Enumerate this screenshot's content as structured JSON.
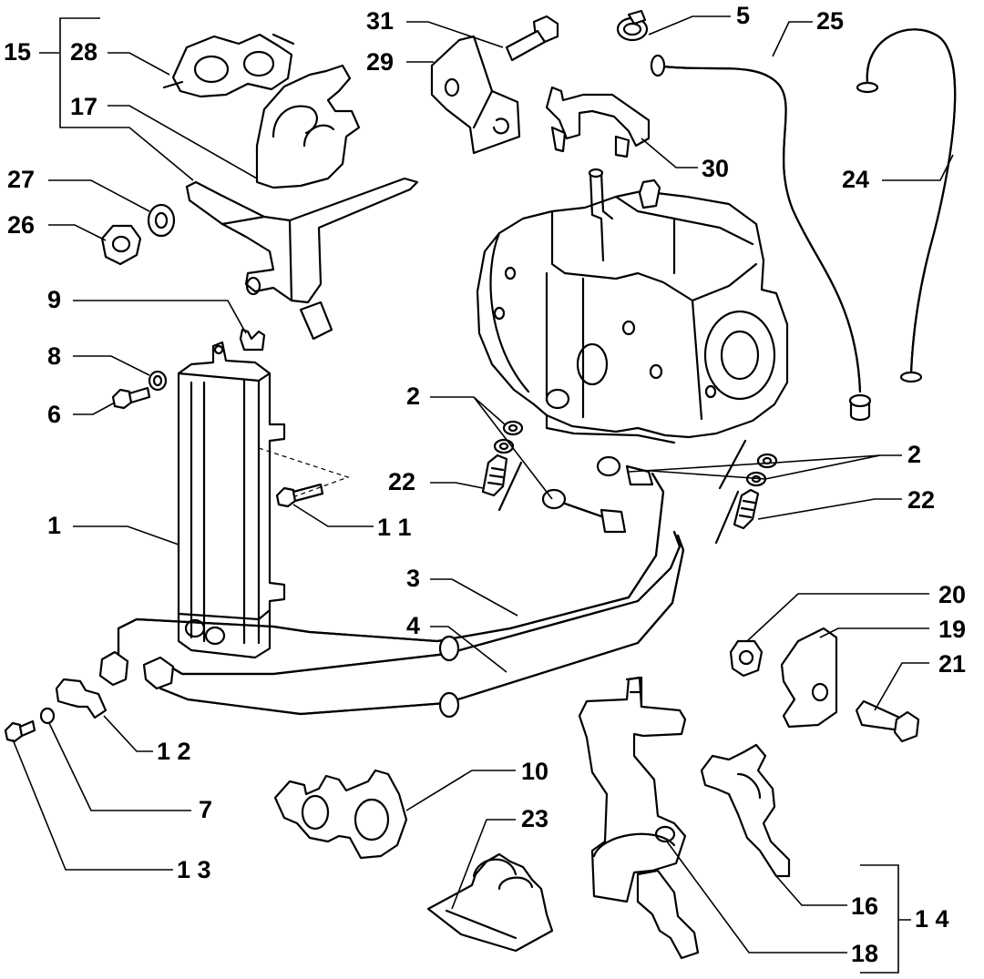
{
  "callouts": [
    {
      "id": "c15",
      "text": "15"
    },
    {
      "id": "c28",
      "text": "28"
    },
    {
      "id": "c17",
      "text": "17"
    },
    {
      "id": "c27",
      "text": "27"
    },
    {
      "id": "c26",
      "text": "26"
    },
    {
      "id": "c9",
      "text": "9"
    },
    {
      "id": "c8",
      "text": "8"
    },
    {
      "id": "c6",
      "text": "6"
    },
    {
      "id": "c1",
      "text": "1"
    },
    {
      "id": "c12",
      "text": "1 2"
    },
    {
      "id": "c7",
      "text": "7"
    },
    {
      "id": "c13",
      "text": "1 3"
    },
    {
      "id": "c31",
      "text": "31"
    },
    {
      "id": "c29",
      "text": "29"
    },
    {
      "id": "c5",
      "text": "5"
    },
    {
      "id": "c25",
      "text": "25"
    },
    {
      "id": "c30",
      "text": "30"
    },
    {
      "id": "c24",
      "text": "24"
    },
    {
      "id": "c2a",
      "text": "2"
    },
    {
      "id": "c22a",
      "text": "22"
    },
    {
      "id": "c11",
      "text": "1 1"
    },
    {
      "id": "c2b",
      "text": "2"
    },
    {
      "id": "c22b",
      "text": "22"
    },
    {
      "id": "c3",
      "text": "3"
    },
    {
      "id": "c4",
      "text": "4"
    },
    {
      "id": "c20",
      "text": "20"
    },
    {
      "id": "c19",
      "text": "19"
    },
    {
      "id": "c21",
      "text": "21"
    },
    {
      "id": "c10",
      "text": "10"
    },
    {
      "id": "c23",
      "text": "23"
    },
    {
      "id": "c16",
      "text": "16"
    },
    {
      "id": "c14",
      "text": "1 4"
    },
    {
      "id": "c18",
      "text": "18"
    }
  ]
}
